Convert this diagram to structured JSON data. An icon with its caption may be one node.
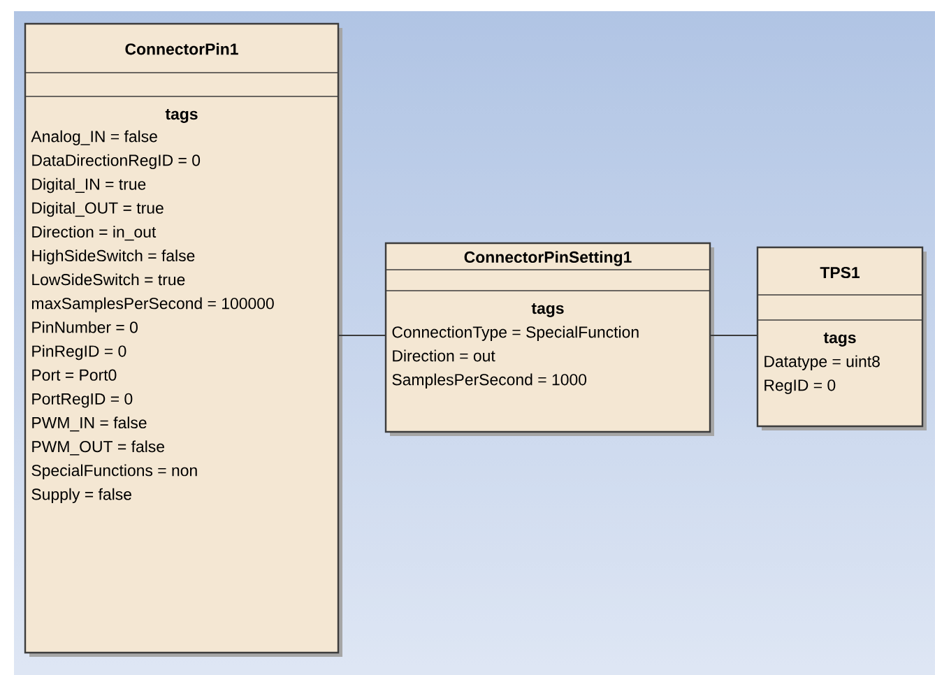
{
  "diagram": {
    "nodes": [
      {
        "text": [
          "ConnectorPin1",
          "tags",
          "Analog_IN = false",
          "DataDirectionRegID = 0",
          "Digital_IN = true",
          "Digital_OUT = true",
          "Direction = in_out",
          "HighSideSwitch = false",
          "LowSideSwitch = true",
          "maxSamplesPerSecond = 100000",
          "PinNumber = 0",
          "PinRegID = 0",
          "Port = Port0",
          "PortRegID = 0",
          "PWM_IN = false",
          "PWM_OUT = false",
          "SpecialFunctions = non",
          "Supply = false"
        ]
      },
      {
        "text": [
          "ConnectorPinSetting1",
          "tags",
          "ConnectionType = SpecialFunction",
          "Direction = out",
          "SamplesPerSecond = 1000"
        ]
      },
      {
        "text": [
          "TPS1",
          "tags",
          "Datatype = uint8",
          "RegID = 0"
        ]
      }
    ],
    "edges": [
      {
        "from": 0,
        "to": 1,
        "arrow": "none"
      },
      {
        "from": 1,
        "to": 2,
        "arrow": "none"
      }
    ]
  }
}
